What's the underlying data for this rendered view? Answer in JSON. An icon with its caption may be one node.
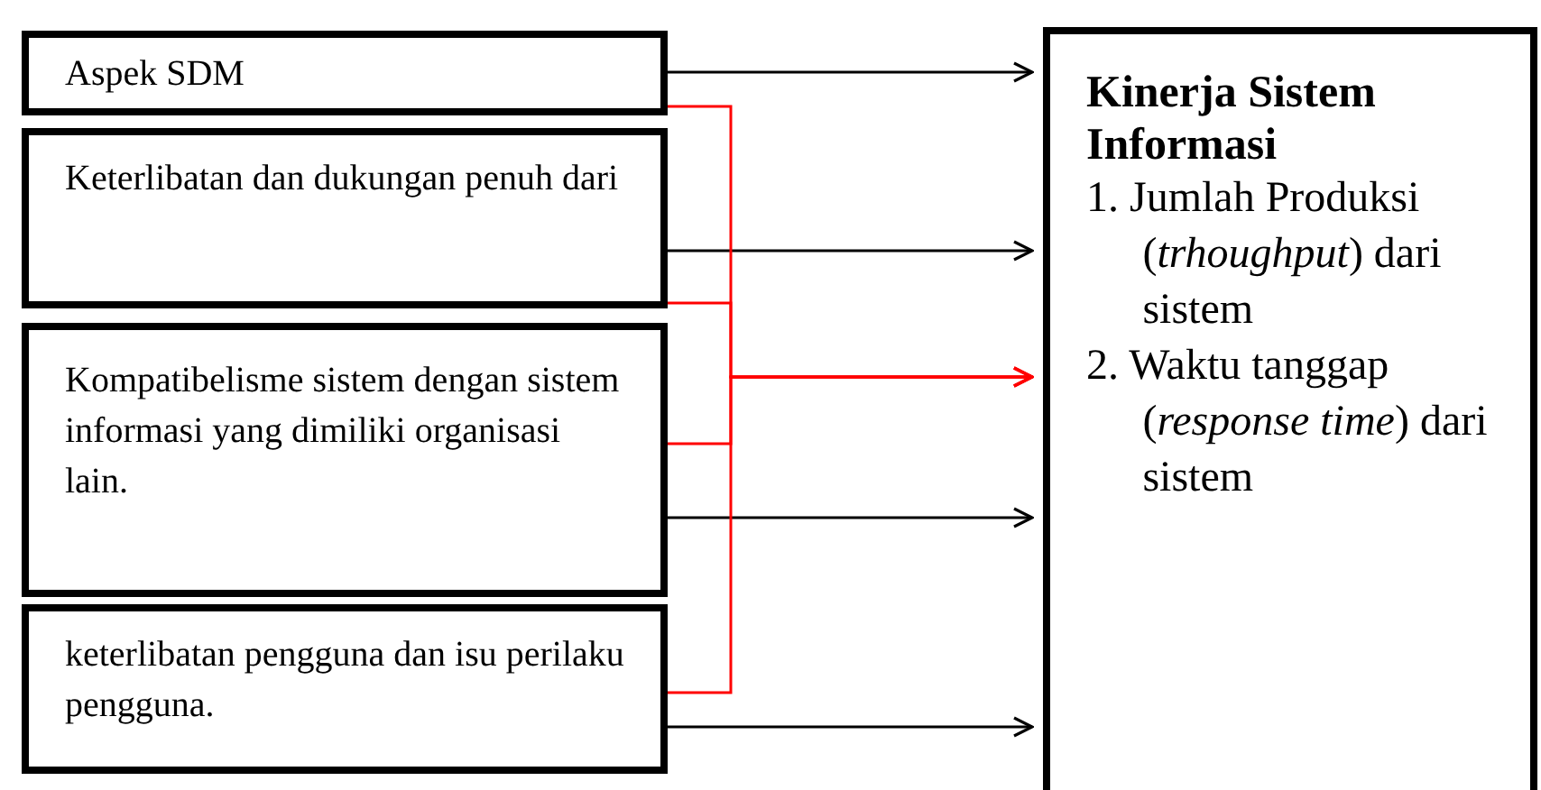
{
  "diagram": {
    "nodes": [
      {
        "text": [
          "Aspek SDM"
        ]
      },
      {
        "text": [
          "Keterlibatan dan dukungan penuh dari"
        ]
      },
      {
        "text": [
          "Kompatibelisme sistem dengan sistem informasi yang dimiliki organisasi lain."
        ]
      },
      {
        "text": [
          "keterlibatan pengguna dan isu perilaku pengguna."
        ]
      },
      {
        "text": [
          "Kinerja Sistem Informasi",
          "1. Jumlah Produksi (*trhoughput*) dari sistem",
          "2. Waktu tanggap (*response time*) dari sistem"
        ]
      }
    ],
    "edges": [
      {
        "from": 0,
        "to": 4,
        "arrow": "to"
      },
      {
        "from": 1,
        "to": 4,
        "arrow": "to"
      },
      {
        "from": 2,
        "to": 4,
        "arrow": "to"
      },
      {
        "from": 3,
        "to": 4,
        "arrow": "to"
      },
      {
        "from": 0,
        "to": 4,
        "arrow": "to",
        "color": "#ff0000"
      },
      {
        "from": 1,
        "to": 4,
        "arrow": "to",
        "color": "#ff0000"
      },
      {
        "from": 2,
        "to": 4,
        "arrow": "to",
        "color": "#ff0000"
      },
      {
        "from": 3,
        "to": 4,
        "arrow": "to",
        "color": "#ff0000"
      }
    ]
  }
}
